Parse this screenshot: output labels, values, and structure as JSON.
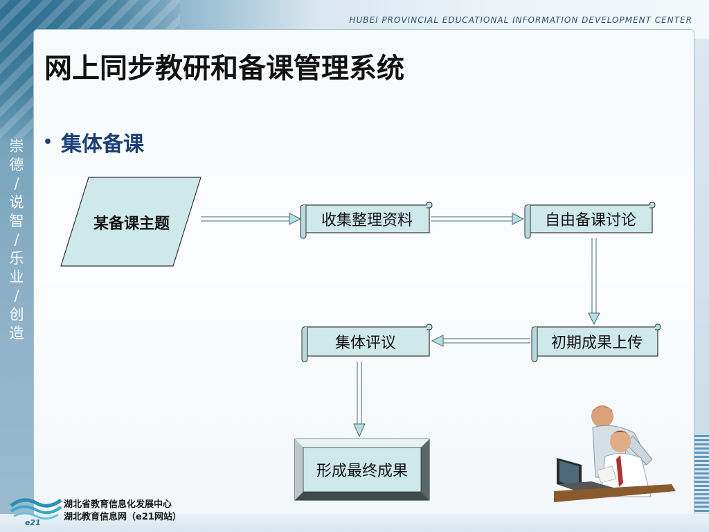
{
  "header": {
    "org_name": "HUBEI PROVINCIAL EDUCATIONAL INFORMATION DEVELOPMENT CENTER"
  },
  "slide": {
    "title": "网上同步教研和备课管理系统",
    "bullet": "集体备课"
  },
  "sidebar": {
    "motto": [
      "崇",
      "德",
      "/",
      "说",
      "智",
      "/",
      "乐",
      "业",
      "/",
      "创",
      "造"
    ]
  },
  "flowchart": {
    "topic": "某备课主题",
    "step_collect": "收集整理资料",
    "step_discuss": "自由备课讨论",
    "step_upload": "初期成果上传",
    "step_review": "集体评议",
    "result": "形成最终成果"
  },
  "footer": {
    "line1": "湖北省教育信息化发展中心",
    "line2": "湖北教育信息网（e21网站）",
    "logo_text": "e21"
  },
  "colors": {
    "scroll_fill": "#cfe8ea",
    "bullet_color": "#1c3f77",
    "header_color": "#2b5472"
  },
  "icons": [
    "people-at-laptop-illustration",
    "e21-wave-logo"
  ]
}
